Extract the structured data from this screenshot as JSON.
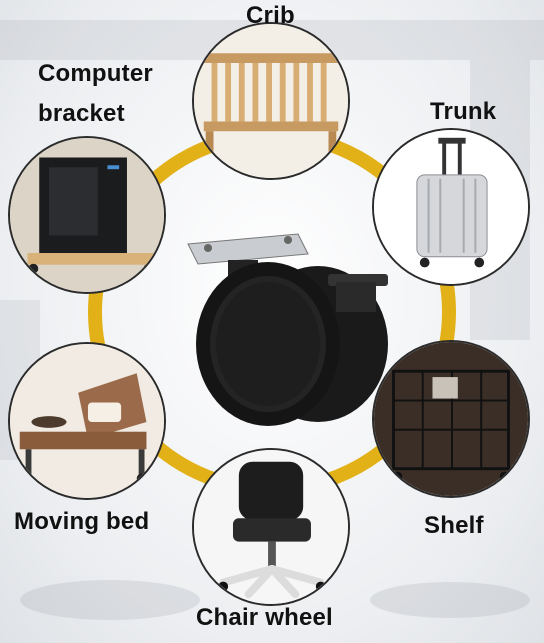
{
  "labels": {
    "crib": "Crib",
    "computer_line1": "Computer",
    "computer_line2": "bracket",
    "trunk": "Trunk",
    "moving_bed": "Moving bed",
    "shelf": "Shelf",
    "chair_wheel": "Chair wheel"
  },
  "colors": {
    "ring": "#e2b118",
    "text": "#111111"
  },
  "icons": [
    "caster-wheel-icon",
    "crib-icon",
    "computer-case-icon",
    "suitcase-icon",
    "lounge-bed-icon",
    "wire-shelf-icon",
    "office-chair-icon"
  ]
}
